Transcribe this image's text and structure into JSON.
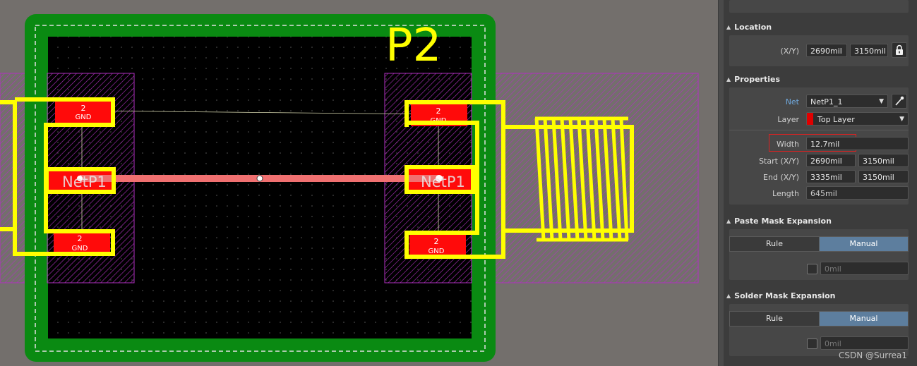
{
  "pcb": {
    "designator": "P2",
    "net_label": "NetP1",
    "gnd_pin_number": "2",
    "gnd_pin_net": "GND",
    "colors": {
      "board_green": "#0a8a12",
      "board_black": "#000000",
      "pad_red": "#ff0a0a",
      "silk_yellow": "#ffff00",
      "keepout_magenta": "#b030c0",
      "track_selected": "#f07070"
    }
  },
  "panel": {
    "location": {
      "title": "Location",
      "xy_label": "(X/Y)",
      "x": "2690mil",
      "y": "3150mil",
      "lock_icon": "lock-icon"
    },
    "properties": {
      "title": "Properties",
      "net_label": "Net",
      "net_value": "NetP1_1",
      "layer_label": "Layer",
      "layer_value": "Top Layer",
      "layer_color": "#e00000",
      "width_label": "Width",
      "width_value": "12.7mil",
      "start_label": "Start (X/Y)",
      "start_x": "2690mil",
      "start_y": "3150mil",
      "end_label": "End (X/Y)",
      "end_x": "3335mil",
      "end_y": "3150mil",
      "length_label": "Length",
      "length_value": "645mil"
    },
    "paste_mask": {
      "title": "Paste Mask Expansion",
      "rule_label": "Rule",
      "manual_label": "Manual",
      "value_placeholder": "0mil"
    },
    "solder_mask": {
      "title": "Solder Mask Expansion",
      "rule_label": "Rule",
      "manual_label": "Manual",
      "value_placeholder": "0mil"
    }
  },
  "watermark": "CSDN @Surrea1"
}
